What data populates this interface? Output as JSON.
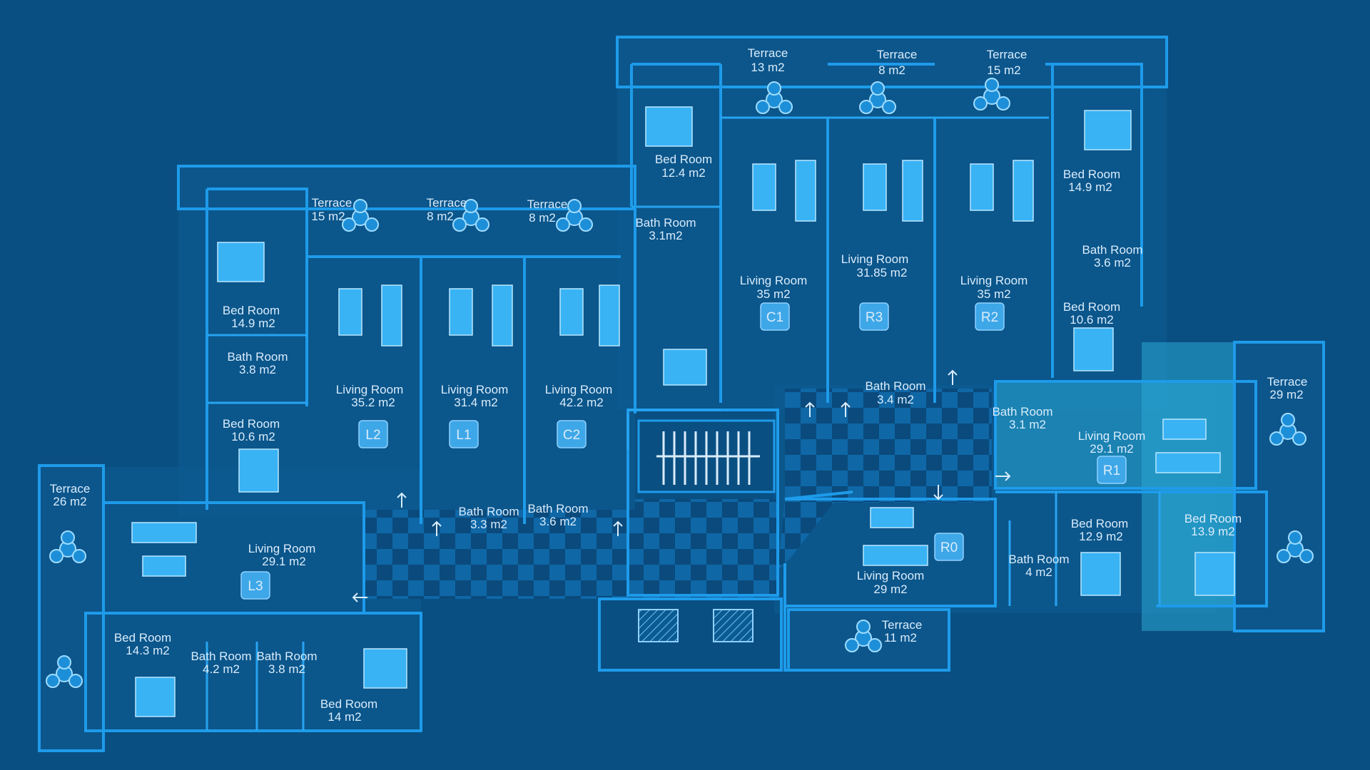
{
  "plan": {
    "colors": {
      "background": "#0a4f82",
      "wall": "#1e9bea",
      "highlight_unit": "#2aa7d4",
      "text": "#d9ecfb"
    },
    "units": {
      "L1": "L1",
      "L2": "L2",
      "L3": "L3",
      "C1": "C1",
      "C2": "C2",
      "R0": "R0",
      "R1": "R1",
      "R2": "R2",
      "R3": "R3"
    },
    "rooms": {
      "t_c1_name": "Terrace",
      "t_c1_area": "13 m2",
      "t_r3_name": "Terrace",
      "t_r3_area": "8 m2",
      "t_r2_name": "Terrace",
      "t_r2_area": "15 m2",
      "bed_c1_name": "Bed Room",
      "bed_c1_area": "12.4 m2",
      "bath_c1_name": "Bath Room",
      "bath_c1_area": "3.1m2",
      "bed_r2_name": "Bed Room",
      "bed_r2_area": "14.9 m2",
      "bath_r2_name": "Bath Room",
      "bath_r2_area": "3.6 m2",
      "bed_r2b_name": "Bed Room",
      "bed_r2b_area": "10.6 m2",
      "lr_c1_name": "Living Room",
      "lr_c1_area": "35  m2",
      "lr_r3_name": "Living Room",
      "lr_r3_area": "31.85 m2",
      "lr_r2_name": "Living Room",
      "lr_r2_area": "35 m2",
      "bath_r3_name": "Bath Room",
      "bath_r3_area": "3.4 m2",
      "t_l2_name": "Terrace",
      "t_l2_area": "15 m2",
      "t_l1_name": "Terrace",
      "t_l1_area": "8 m2",
      "t_c2_name": "Terrace",
      "t_c2_area": "8 m2",
      "bed_l2_name": "Bed Room",
      "bed_l2_area": "14.9 m2",
      "bath_l2_name": "Bath Room",
      "bath_l2_area": "3.8 m2",
      "bed_l2b_name": "Bed Room",
      "bed_l2b_area": "10.6 m2",
      "lr_l2_name": "Living Room",
      "lr_l2_area": "35.2  m2",
      "lr_l1_name": "Living Room",
      "lr_l1_area": "31.4  m2",
      "lr_c2_name": "Living Room",
      "lr_c2_area": "42.2  m2",
      "bath_l1_name": "Bath Room",
      "bath_l1_area": "3.3 m2",
      "bath_c2_name": "Bath Room",
      "bath_c2_area": "3.6 m2",
      "t_l3_name": "Terrace",
      "t_l3_area": "26 m2",
      "lr_l3_name": "Living Room",
      "lr_l3_area": "29.1 m2",
      "bed_l3_name": "Bed Room",
      "bed_l3_area": "14.3 m2",
      "bath_l3a_name": "Bath Room",
      "bath_l3a_area": "4.2 m2",
      "bath_l3b_name": "Bath Room",
      "bath_l3b_area": "3.8 m2",
      "bed_l3b_name": "Bed Room",
      "bed_l3b_area": "14 m2",
      "t_r1_name": "Terrace",
      "t_r1_area": "29 m2",
      "bath_r1_name": "Bath Room",
      "bath_r1_area": "3.1 m2",
      "lr_r1_name": "Living Room",
      "lr_r1_area": "29.1 m2",
      "bed_r1_name": "Bed Room",
      "bed_r1_area": "13.9 m2",
      "bed_r0_name": "Bed Room",
      "bed_r0_area": "12.9 m2",
      "bath_r0_name": "Bath Room",
      "bath_r0_area": "4 m2",
      "lr_r0_name": "Living Room",
      "lr_r0_area": "29 m2",
      "t_r0_name": "Terrace",
      "t_r0_area": "11 m2"
    },
    "icons": [
      "plant-icon",
      "bed-icon",
      "sofa-icon",
      "table-icon",
      "door-arrow-icon",
      "stair-icon",
      "elevator-icon"
    ]
  }
}
